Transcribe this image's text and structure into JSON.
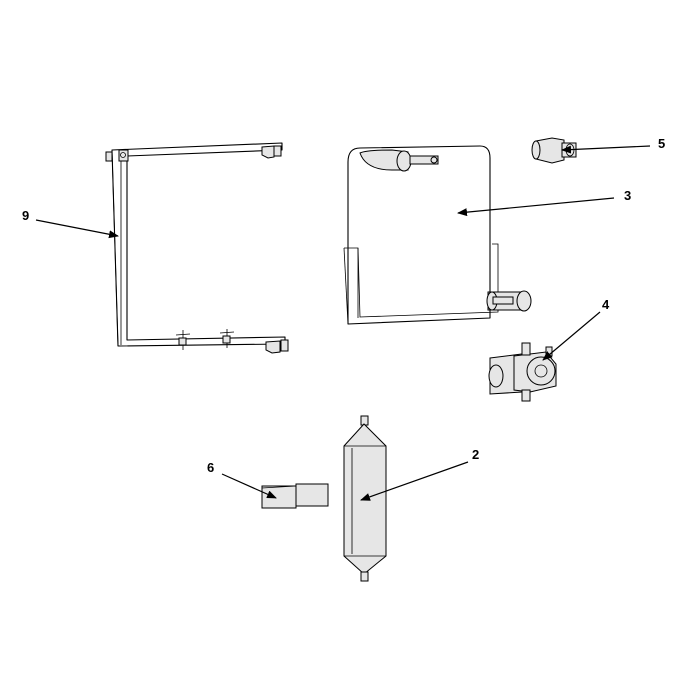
{
  "callouts": {
    "c2": "2",
    "c3": "3",
    "c4": "4",
    "c5": "5",
    "c6": "6",
    "c9": "9"
  }
}
